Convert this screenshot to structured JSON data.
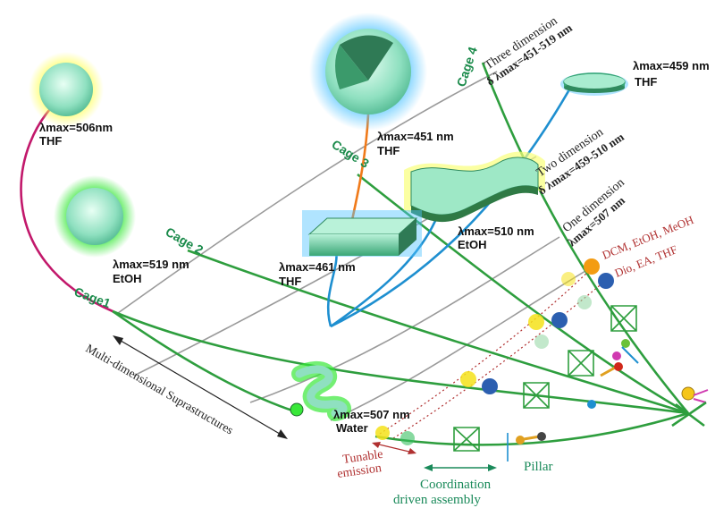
{
  "cages": {
    "cage1": "Cage1",
    "cage2": "Cage 2",
    "cage3": "Cage 3",
    "cage4": "Cage 4"
  },
  "dimensions": {
    "three_title": "Three dimension",
    "three_range": "δ λmax=451-519 nm",
    "two_title": "Two dimension",
    "two_range": "δ λmax=459-510 nm",
    "one_title": "One dimension",
    "one_range": "λmax=507 nm"
  },
  "emissions": {
    "sphere_thf_lambda": "λmax=506nm",
    "sphere_thf_solvent": "THF",
    "sphere_etoh_lambda": "λmax=519 nm",
    "sphere_etoh_solvent": "EtOH",
    "hollow_lambda": "λmax=451 nm",
    "hollow_solvent": "THF",
    "disc_lambda": "λmax=459 nm",
    "disc_solvent": "THF",
    "block_lambda": "λmax=461 nm",
    "block_solvent": "THF",
    "wave_lambda": "λmax=510 nm",
    "wave_solvent": "EtOH",
    "fiber_lambda": "λmax=507 nm",
    "fiber_solvent": "Water"
  },
  "solvents": {
    "group1": "DCM, EtOH, MeOH",
    "group2": "Dio, EA, THF"
  },
  "annotations": {
    "multi_dim": "Multi-dimensional Suprastructures",
    "tunable_1": "Tunable",
    "tunable_2": "emission",
    "pillar": "Pillar",
    "coord_1": "Coordination",
    "coord_2": "driven assembly"
  },
  "colors": {
    "green_line": "#2e9e3e",
    "magenta_line": "#c2186b",
    "blue_line": "#1e8fd0",
    "orange_line": "#f07a1a",
    "gray_line": "#9a9a9a",
    "dot_yellow": "#f5e21a",
    "dot_blue": "#2c5fb0",
    "dot_orange": "#f39c12",
    "red_text": "#b03030"
  }
}
